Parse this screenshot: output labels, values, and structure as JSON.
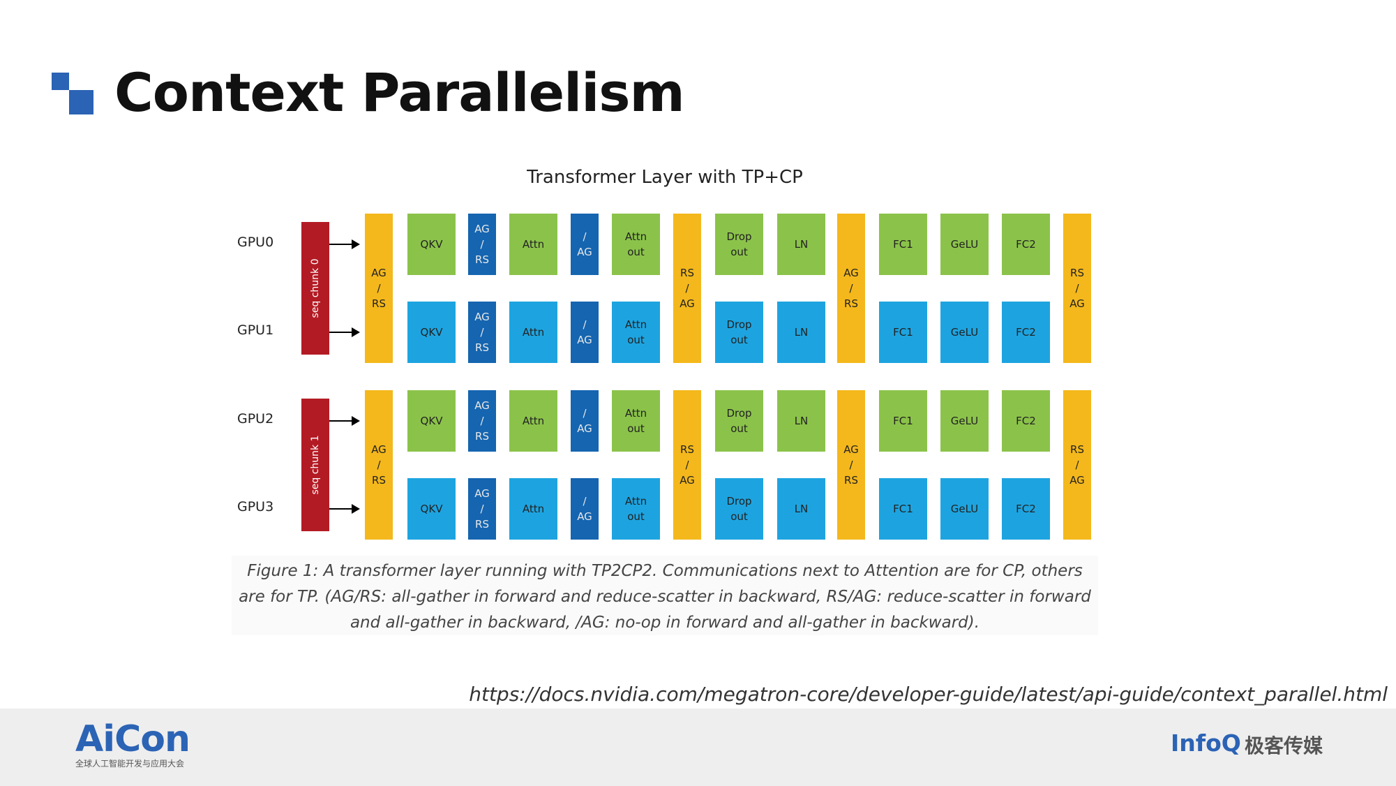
{
  "title": "Context Parallelism",
  "figure": {
    "title": "Transformer Layer with TP+CP",
    "gpus": [
      "GPU0",
      "GPU1",
      "GPU2",
      "GPU3"
    ],
    "seq_chunks": [
      "seq chunk 0",
      "seq chunk 1"
    ],
    "ops": [
      "QKV",
      "AG / RS",
      "Attn",
      "/ AG",
      "Attn out",
      "Drop out",
      "LN",
      "FC1",
      "GeLU",
      "FC2"
    ],
    "comms": [
      "AG / RS",
      "RS / AG",
      "AG / RS",
      "RS / AG"
    ],
    "caption_lines": [
      "Figure 1: A transformer layer running with TP2CP2. Communications next to Attention are for CP, others",
      "are for TP. (AG/RS: all-gather in forward and reduce-scatter in backward, RS/AG: reduce-scatter in forward",
      "and all-gather in backward, /AG: no-op in forward and all-gather in backward)."
    ]
  },
  "colors": {
    "tp_rank0_ops": "#8bc34a",
    "tp_rank1_ops": "#1da4e0",
    "cp_comm": "#1565b0",
    "tp_comm": "#f4b81c",
    "seq_chunk": "#b31b24",
    "accent": "#2b63b5"
  },
  "source_url": "https://docs.nvidia.com/megatron-core/developer-guide/latest/api-guide/context_parallel.html",
  "footer": {
    "logo_left": "AiCon",
    "logo_left_subtitle": "全球人工智能开发与应用大会",
    "logo_right": "InfoQ",
    "logo_right_cn": "极客传媒"
  }
}
